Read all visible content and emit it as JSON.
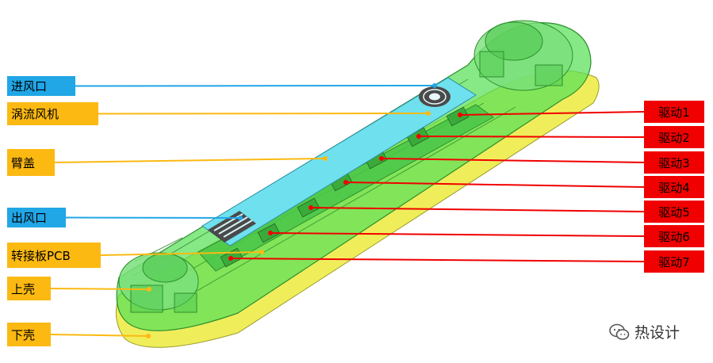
{
  "left_labels": [
    {
      "id": "inlet",
      "text": "进风口",
      "kind": "blue"
    },
    {
      "id": "blower",
      "text": "涡流风机",
      "kind": "orange"
    },
    {
      "id": "arm-cover",
      "text": "臂盖",
      "kind": "orange"
    },
    {
      "id": "outlet",
      "text": "出风口",
      "kind": "blue"
    },
    {
      "id": "adapter-pcb",
      "text": "转接板PCB",
      "kind": "orange"
    },
    {
      "id": "upper-shell",
      "text": "上壳",
      "kind": "orange"
    },
    {
      "id": "lower-shell",
      "text": "下壳",
      "kind": "orange"
    }
  ],
  "right_labels": [
    {
      "id": "drive-1",
      "text": "驱动1"
    },
    {
      "id": "drive-2",
      "text": "驱动2"
    },
    {
      "id": "drive-3",
      "text": "驱动3"
    },
    {
      "id": "drive-4",
      "text": "驱动4"
    },
    {
      "id": "drive-5",
      "text": "驱动5"
    },
    {
      "id": "drive-6",
      "text": "驱动6"
    },
    {
      "id": "drive-7",
      "text": "驱动7"
    }
  ],
  "watermark": {
    "text": "热设计",
    "icon": "wechat-icon"
  },
  "colors": {
    "blue": "#21a6e6",
    "orange": "#fbb912",
    "red": "#f00000",
    "housing": "#58e058",
    "cover": "#6fe0ee",
    "base": "#efee5a"
  }
}
